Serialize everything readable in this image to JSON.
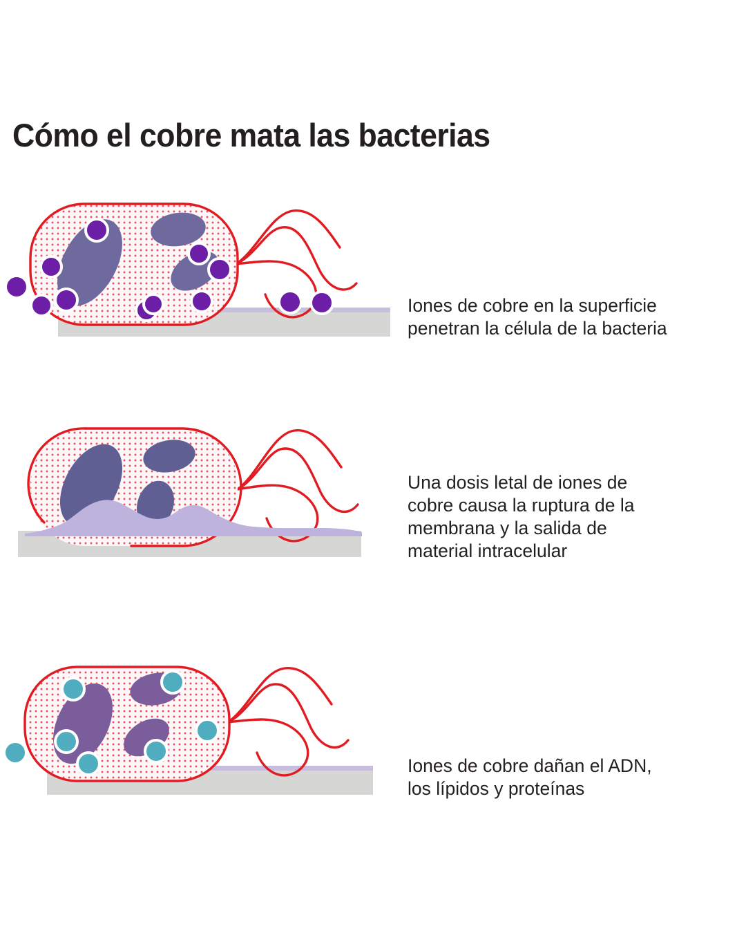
{
  "title": "Cómo el cobre mata las bacterias",
  "palette": {
    "membrane_red": "#e11b22",
    "cytoplasm_dot": "#e8555c",
    "cytoplasm_fill": "#fdf7f9",
    "copper_ion_purple": "#6c1fa6",
    "copper_ion_teal": "#4fadbf",
    "organelle_purple_1": "#6f6a9e",
    "organelle_purple_2": "#5f5f93",
    "organelle_purple_3": "#7b5d9c",
    "surface_gray": "#d6d7d4",
    "surface_top_lavender": "#c6bedc",
    "spill_lavender": "#bdb3dc",
    "text_black": "#231f20",
    "background": "#ffffff"
  },
  "panels": [
    {
      "id": "panel-1",
      "name": "ion-penetration",
      "caption": "Iones de cobre en la superficie\npenetran la célula de la bacteria",
      "ion_color_name": "copper-ion-purple",
      "ion_count_inside": 8,
      "ion_count_outside": 4,
      "organelle_count": 3,
      "membrane_intact": true,
      "flagella_count": 3
    },
    {
      "id": "panel-2",
      "name": "membrane-rupture",
      "caption": "Una dosis letal de iones de\ncobre causa la ruptura de la\nmembrana y la salida de\nmaterial intracelular",
      "ion_color_name": "none",
      "ion_count_inside": 0,
      "ion_count_outside": 0,
      "organelle_count": 3,
      "membrane_intact": false,
      "flagella_count": 3
    },
    {
      "id": "panel-3",
      "name": "dna-damage",
      "caption": "Iones de cobre dañan el ADN,\nlos lípidos y proteínas",
      "ion_color_name": "copper-ion-teal",
      "ion_count_inside": 6,
      "ion_count_outside": 1,
      "organelle_count": 3,
      "membrane_intact": true,
      "flagella_count": 3
    }
  ]
}
